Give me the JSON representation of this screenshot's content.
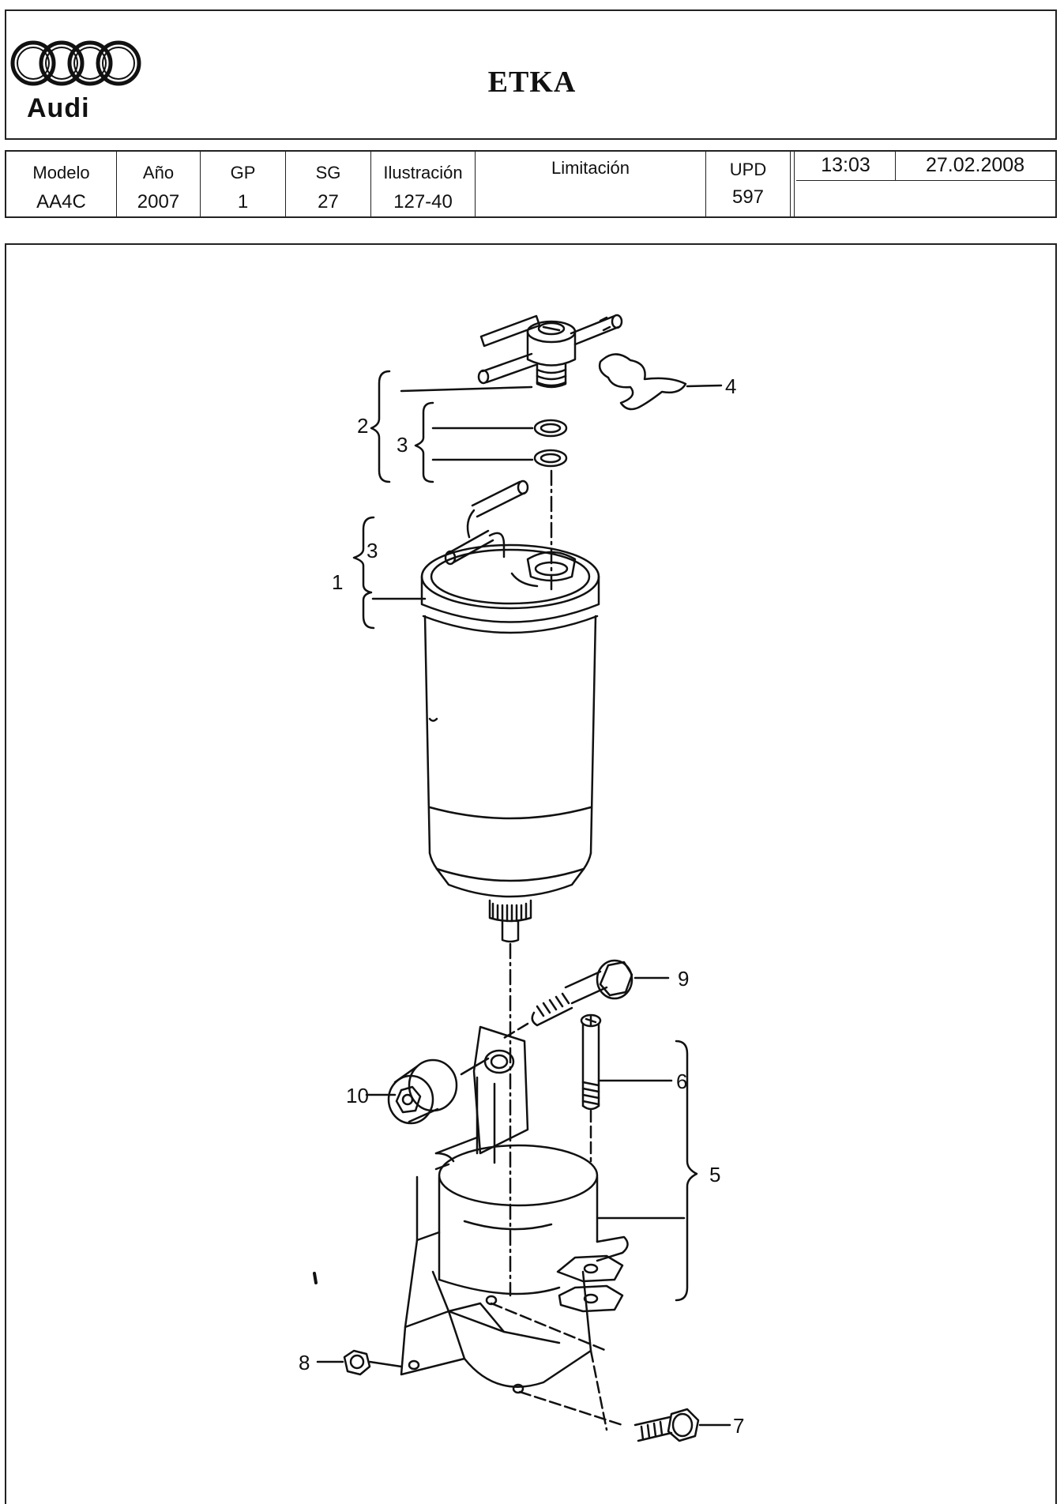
{
  "header": {
    "brand_text": "Audi",
    "title": "ETKA"
  },
  "info": {
    "columns": [
      {
        "label": "Modelo",
        "value": "AA4C"
      },
      {
        "label": "Año",
        "value": "2007"
      },
      {
        "label": "GP",
        "value": "1"
      },
      {
        "label": "SG",
        "value": "27"
      },
      {
        "label": "Ilustración",
        "value": "127-40"
      },
      {
        "label": "Limitación",
        "value": ""
      },
      {
        "label": "UPD",
        "value": "597"
      }
    ],
    "time": "13:03",
    "date": "27.02.2008"
  },
  "callouts": {
    "c1": "1",
    "c2": "2",
    "c3a": "3",
    "c3b": "3",
    "c4": "4",
    "c5": "5",
    "c6": "6",
    "c7": "7",
    "c8": "8",
    "c9": "9",
    "c10": "10"
  },
  "icons": [
    "audi-rings-icon"
  ]
}
